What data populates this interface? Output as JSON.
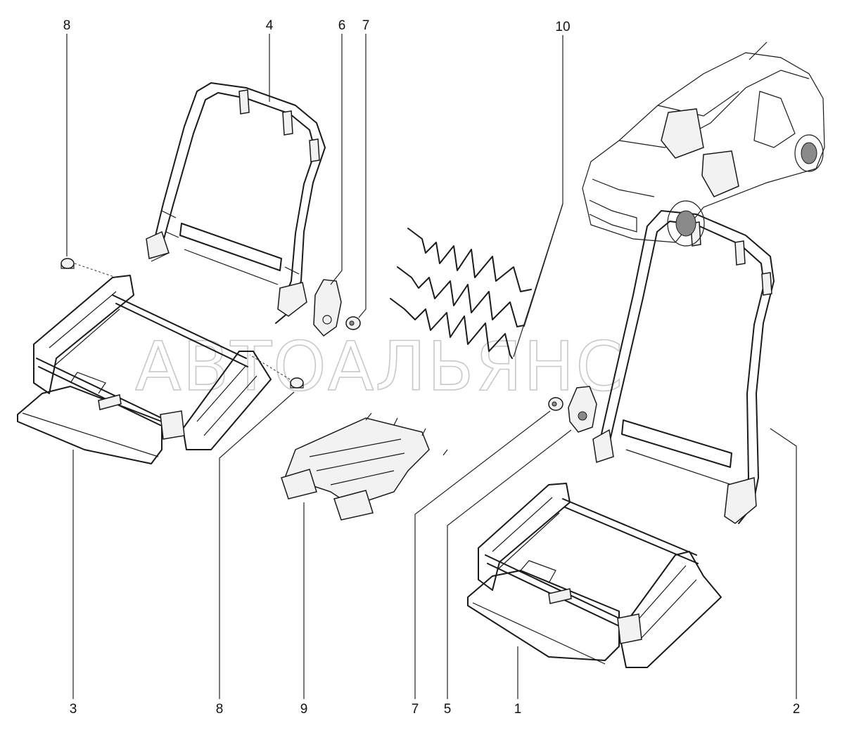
{
  "watermark": "АВТОАЛЬЯНС",
  "callouts": {
    "c8_top": "8",
    "c4": "4",
    "c6": "6",
    "c7_top": "7",
    "c10": "10",
    "c3": "3",
    "c8_bottom": "8",
    "c9": "9",
    "c7_bottom": "7",
    "c5": "5",
    "c1": "1",
    "c2": "2"
  }
}
